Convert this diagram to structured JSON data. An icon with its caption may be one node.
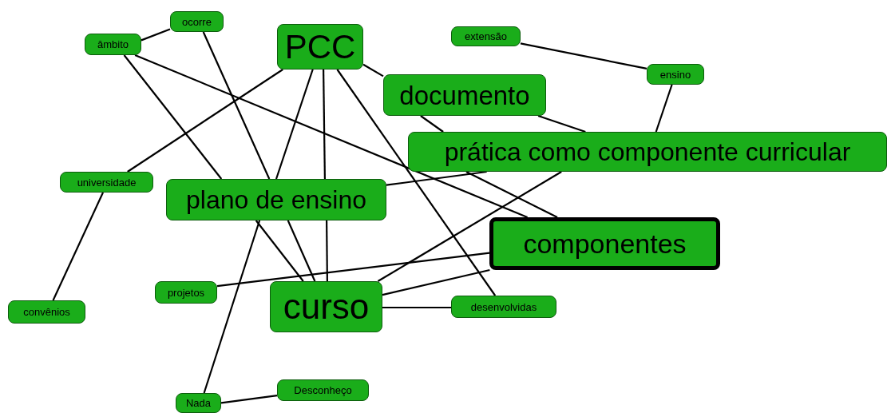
{
  "diagram": {
    "nodes": [
      {
        "text": [
          "PCC"
        ]
      },
      {
        "text": [
          "ocorre"
        ]
      },
      {
        "text": [
          "âmbito"
        ]
      },
      {
        "text": [
          "extensão"
        ]
      },
      {
        "text": [
          "ensino"
        ]
      },
      {
        "text": [
          "documento"
        ]
      },
      {
        "text": [
          "prática como componente curricular"
        ]
      },
      {
        "text": [
          "universidade"
        ]
      },
      {
        "text": [
          "plano de ensino"
        ]
      },
      {
        "text": [
          "componentes"
        ]
      },
      {
        "text": [
          "projetos"
        ]
      },
      {
        "text": [
          "curso"
        ]
      },
      {
        "text": [
          "desenvolvidas"
        ]
      },
      {
        "text": [
          "convênios"
        ]
      },
      {
        "text": [
          "Nada"
        ]
      },
      {
        "text": [
          "Desconheço"
        ]
      }
    ],
    "edges": [
      {
        "from": 2,
        "to": 1,
        "arrow": "none"
      },
      {
        "from": 2,
        "to": 8,
        "arrow": "none"
      },
      {
        "from": 8,
        "to": 11,
        "arrow": "none"
      },
      {
        "from": 1,
        "to": 8,
        "arrow": "none"
      },
      {
        "from": 8,
        "to": 11,
        "arrow": "none"
      },
      {
        "from": 0,
        "to": 8,
        "arrow": "none"
      },
      {
        "from": 8,
        "to": 11,
        "arrow": "none"
      },
      {
        "from": 0,
        "to": 8,
        "arrow": "none"
      },
      {
        "from": 8,
        "to": 14,
        "arrow": "none"
      },
      {
        "from": 0,
        "to": 7,
        "arrow": "none"
      },
      {
        "from": 7,
        "to": 13,
        "arrow": "none"
      },
      {
        "from": 0,
        "to": 5,
        "arrow": "none"
      },
      {
        "from": 0,
        "to": 12,
        "arrow": "none"
      },
      {
        "from": 2,
        "to": 9,
        "arrow": "none"
      },
      {
        "from": 5,
        "to": 6,
        "arrow": "none"
      },
      {
        "from": 6,
        "to": 9,
        "arrow": "none"
      },
      {
        "from": 5,
        "to": 6,
        "arrow": "none"
      },
      {
        "from": 4,
        "to": 6,
        "arrow": "none"
      },
      {
        "from": 3,
        "to": 4,
        "arrow": "none"
      },
      {
        "from": 6,
        "to": 8,
        "arrow": "none"
      },
      {
        "from": 6,
        "to": 11,
        "arrow": "none"
      },
      {
        "from": 10,
        "to": 9,
        "arrow": "none"
      },
      {
        "from": 11,
        "to": 9,
        "arrow": "none"
      },
      {
        "from": 11,
        "to": 12,
        "arrow": "none"
      },
      {
        "from": 14,
        "to": 15,
        "arrow": "none"
      }
    ]
  }
}
